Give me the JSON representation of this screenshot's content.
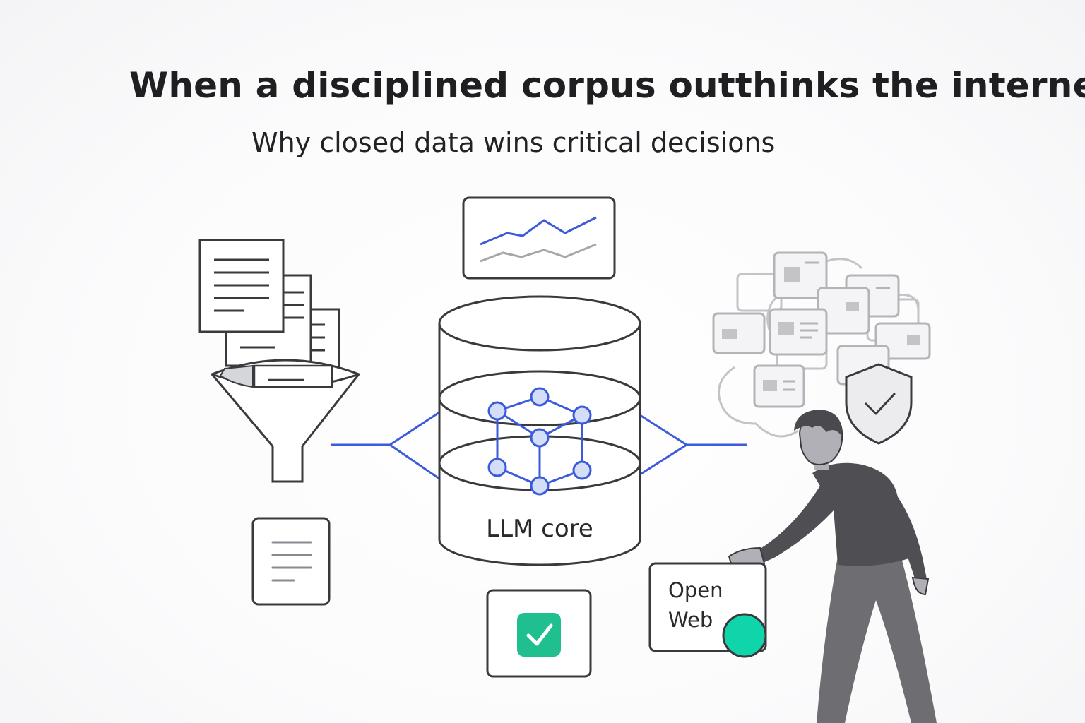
{
  "header": {
    "title": "When a disciplined corpus outthinks the internet",
    "subtitle": "Why closed data wins critical decisions"
  },
  "diagram": {
    "core_label": "LLM core",
    "open_web_label_line1": "Open",
    "open_web_label_line2": "Web"
  },
  "colors": {
    "accent_blue": "#3b5bdb",
    "accent_green": "#1fbf8f",
    "outline": "#3a3a3e",
    "muted_gray": "#b4b4b8"
  },
  "icons": [
    "document-stack-icon",
    "funnel-icon",
    "document-icon",
    "line-chart-icon",
    "database-cylinder-icon",
    "network-cube-icon",
    "checkbox-icon",
    "web-cards-cloud-icon",
    "shield-check-icon",
    "person-icon"
  ]
}
